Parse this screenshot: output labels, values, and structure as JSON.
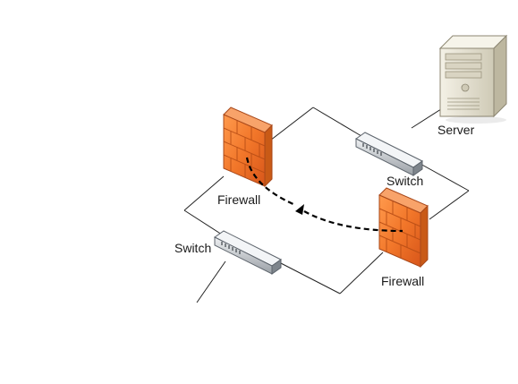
{
  "labels": {
    "server": "Server",
    "switch_top": "Switch",
    "switch_bottom": "Switch",
    "firewall_left": "Firewall",
    "firewall_right": "Firewall"
  },
  "colors": {
    "firewall_front": "#f2772a",
    "firewall_side": "#c95a16",
    "firewall_top": "#f8a36a",
    "switch_body": "#c8ccd0",
    "server_body": "#e6e2d2",
    "link_line": "#222222",
    "traffic_path": "#000000"
  },
  "icons": [
    "server-icon",
    "switch-icon",
    "switch-icon",
    "firewall-icon",
    "firewall-icon",
    "arrowhead-icon"
  ]
}
